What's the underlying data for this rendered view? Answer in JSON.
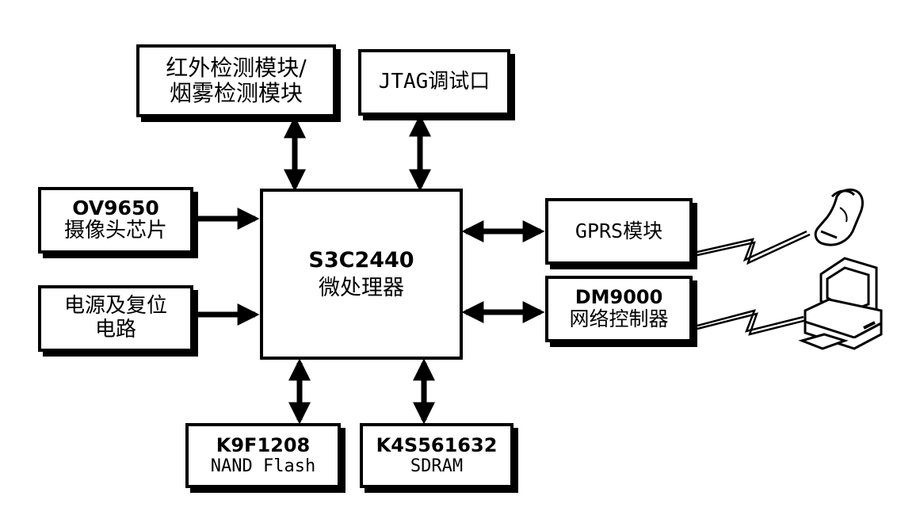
{
  "center": {
    "line1": "S3C2440",
    "line2": "微处理器"
  },
  "top_left_module": {
    "line1": "红外检测模块/",
    "line2": "烟雾检测模块"
  },
  "jtag": {
    "label": "JTAG调试口"
  },
  "camera": {
    "line1": "OV9650",
    "line2": "摄像头芯片"
  },
  "power": {
    "line1": "电源及复位",
    "line2": "电路"
  },
  "gprs": {
    "label": "GPRS模块"
  },
  "dm9000": {
    "line1": "DM9000",
    "line2": "网络控制器"
  },
  "nand": {
    "line1": "K9F1208",
    "line2": "NAND Flash"
  },
  "sdram": {
    "line1": "K4S561632",
    "line2": "SDRAM"
  },
  "colors": {
    "ink": "#000000",
    "background": "#ffffff"
  },
  "icons": [
    "phone-handset-icon",
    "computer-icon",
    "wireless-link-icon"
  ]
}
